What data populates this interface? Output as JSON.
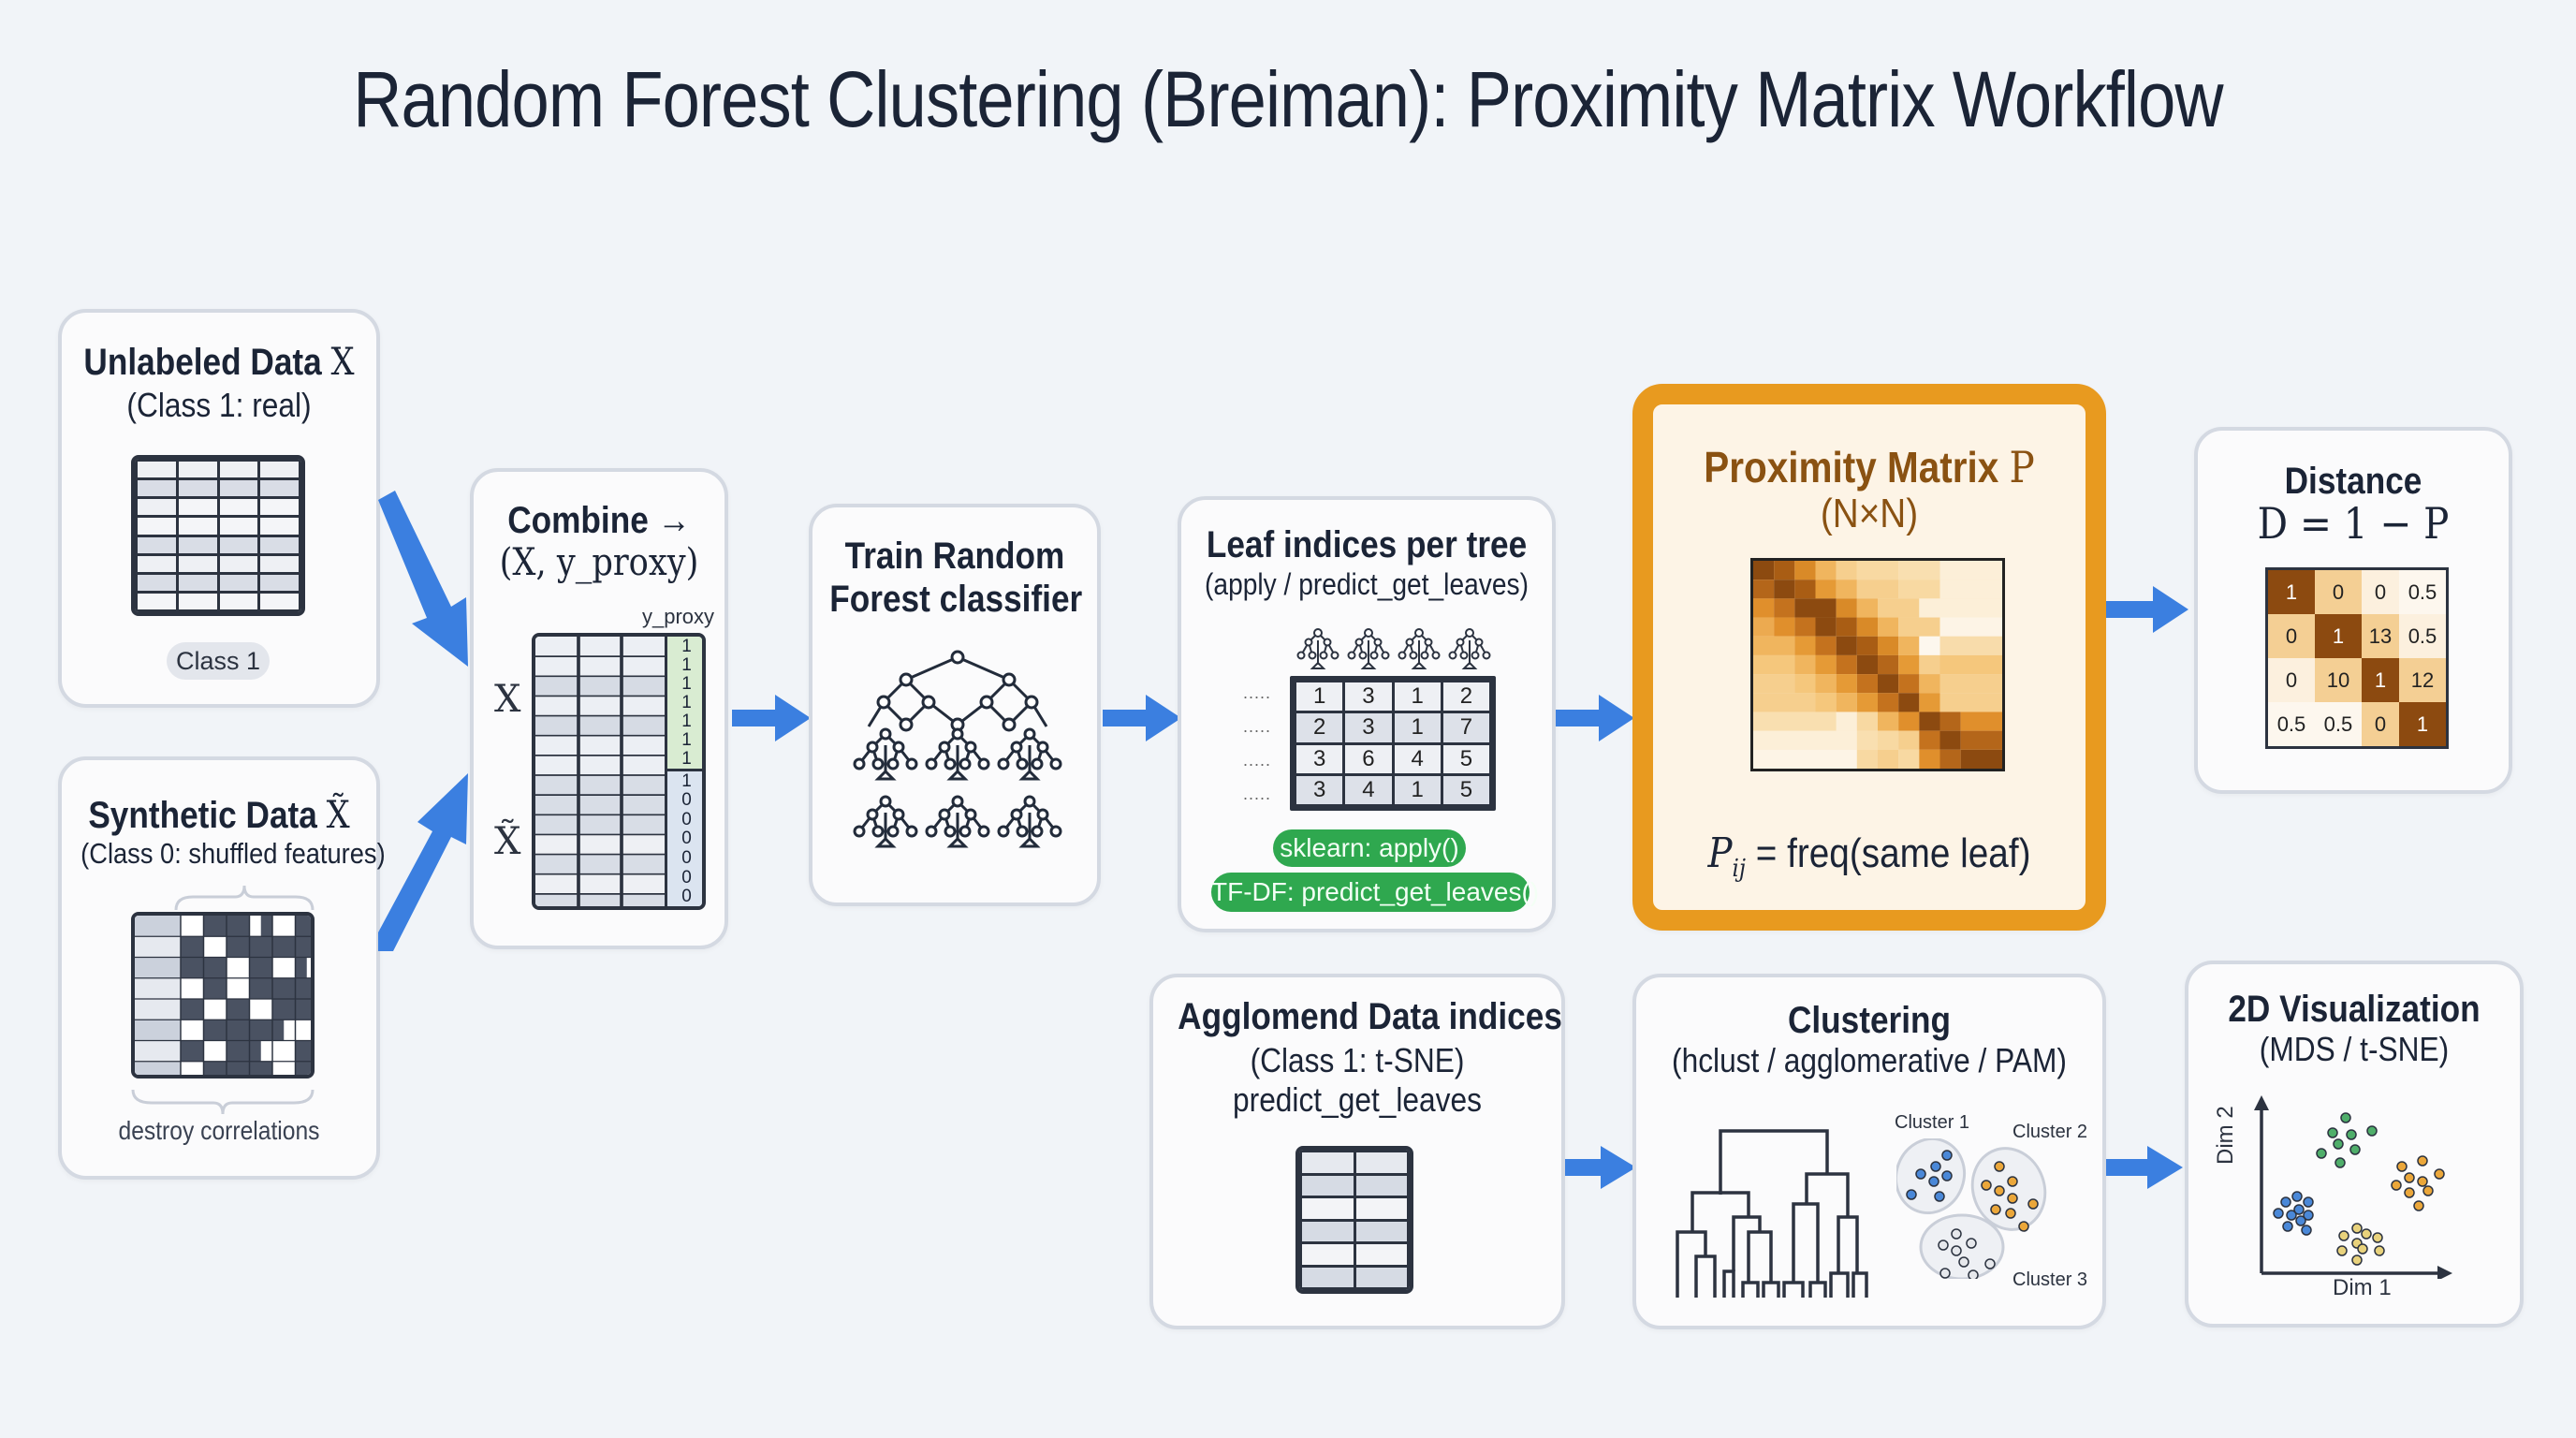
{
  "title": "Random Forest Clustering (Breiman): Proximity Matrix Workflow",
  "colors": {
    "background": "#f1f4f8",
    "card_border": "#d4d9e2",
    "arrow": "#3b7fe0",
    "highlight_border": "#e89a1f",
    "highlight_fill": "#fdf4e6",
    "highlight_text": "#8a5212",
    "pill_green": "#2fa84f",
    "text": "#1b2436"
  },
  "nodes": {
    "unlabeled": {
      "title": "Unlabeled Data",
      "symbol": "X",
      "subtitle": "(Class 1: real)",
      "badge": "Class 1"
    },
    "synthetic": {
      "title": "Synthetic Data",
      "symbol": "X̃",
      "subtitle": "(Class 0: shuffled features)",
      "caption": "destroy correlations"
    },
    "combine": {
      "title": "Combine →",
      "subtitle": "(X, y_proxy)",
      "column_label": "y_proxy",
      "row_label_top": "X",
      "row_label_bottom": "X̃",
      "y_top": [
        "1",
        "1",
        "1",
        "1",
        "1",
        "1",
        "1"
      ],
      "y_bottom": [
        "1",
        "0",
        "0",
        "0",
        "0",
        "0",
        "0"
      ]
    },
    "train": {
      "title_line1": "Train Random",
      "title_line2": "Forest classifier"
    },
    "leaf": {
      "title": "Leaf indices per tree",
      "subtitle": "(apply / predict_get_leaves)",
      "row_prefix": ".....",
      "rows": [
        [
          "1",
          "3",
          "1",
          "2"
        ],
        [
          "2",
          "3",
          "1",
          "7"
        ],
        [
          "3",
          "6",
          "4",
          "5"
        ],
        [
          "3",
          "4",
          "1",
          "5"
        ]
      ],
      "pill_sklearn": "sklearn: apply()",
      "pill_tfdf": "TF-DF: predict_get_leaves()"
    },
    "proximity": {
      "title": "Proximity Matrix",
      "symbol": "P",
      "subtitle": "(N×N)",
      "formula_lhs": "P",
      "formula_sub": "ij",
      "formula_rhs": "= freq(same leaf)"
    },
    "distance": {
      "title": "Distance",
      "formula": "D = 1 − P",
      "rows": [
        [
          "1",
          "0",
          "0",
          "0.5"
        ],
        [
          "0",
          "1",
          "13",
          "0.5"
        ],
        [
          "0",
          "10",
          "1",
          "12"
        ],
        [
          "0.5",
          "0.5",
          "0",
          "1"
        ]
      ]
    },
    "agglomend": {
      "title": "Agglomend Data indices",
      "subtitle1": "(Class 1: t-SNE)",
      "subtitle2": "predict_get_leaves"
    },
    "clustering": {
      "title": "Clustering",
      "subtitle": "(hclust / agglomerative / PAM)",
      "cluster1": "Cluster 1",
      "cluster2": "Cluster 2",
      "cluster3": "Cluster 3"
    },
    "viz": {
      "title": "2D Visualization",
      "subtitle": "(MDS / t-SNE)",
      "xlabel": "Dim 1",
      "ylabel": "Dim 2"
    }
  }
}
